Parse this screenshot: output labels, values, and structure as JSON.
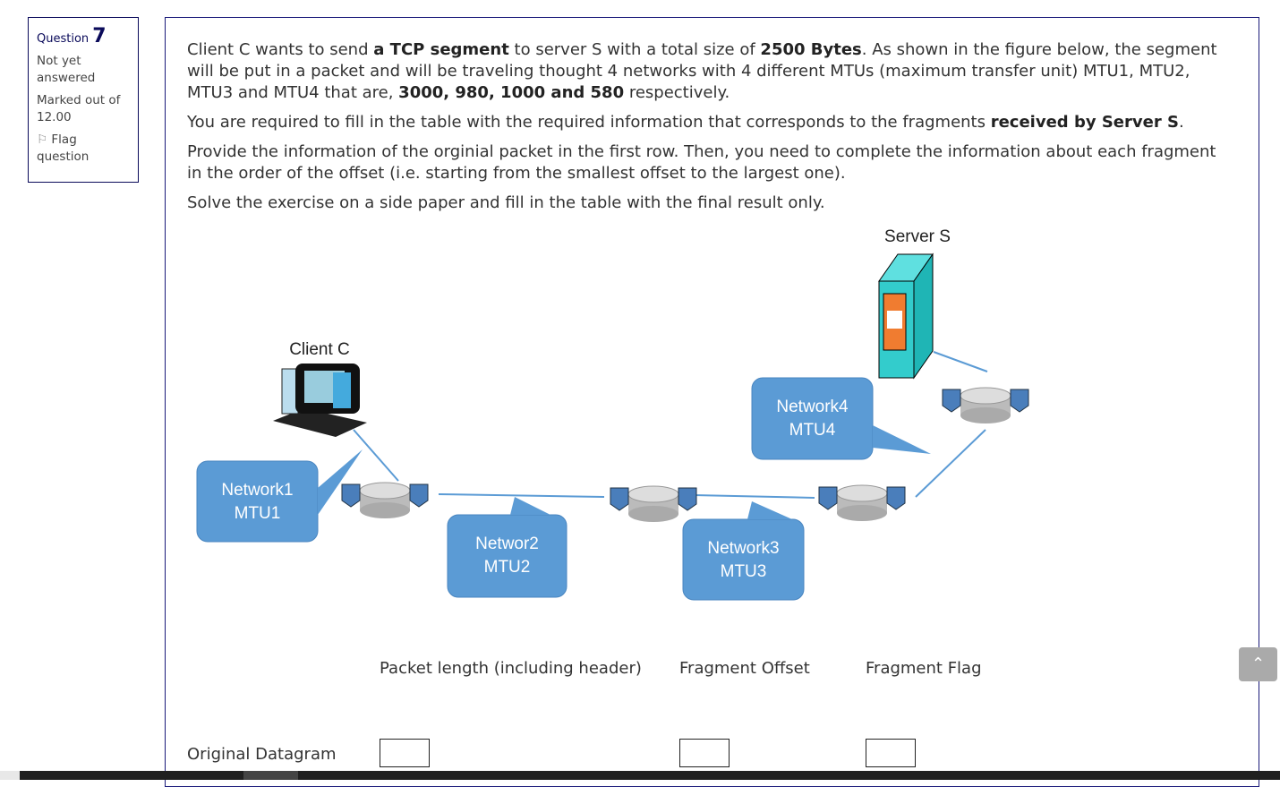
{
  "question": {
    "label": "Question",
    "number": "7",
    "status": "Not yet answered",
    "marks": "Marked out of 12.00",
    "flag": "Flag question"
  },
  "text": {
    "p1": [
      {
        "t": "Client C wants to send "
      },
      {
        "t": "a TCP segment",
        "b": true
      },
      {
        "t": " to server S with a total size  of "
      },
      {
        "t": "2500 Bytes",
        "b": true
      },
      {
        "t": ". As shown in the figure below, the segment will be put in a packet and will be traveling thought 4 networks with 4 different MTUs (maximum transfer unit) MTU1, MTU2, MTU3 and MTU4 that are, "
      },
      {
        "t": "3000, 980, 1000 and 580",
        "b": true
      },
      {
        "t": " respectively."
      }
    ],
    "p2": [
      {
        "t": "You are required to fill in the table with the required information that corresponds to the fragments "
      },
      {
        "t": "received by Server S",
        "b": true
      },
      {
        "t": "."
      }
    ],
    "p3": [
      {
        "t": "Provide the information of the orginial packet in the first row. Then, you need to complete the information about each fragment in the order of the offset (i.e. starting from the smallest offset to the largest one)."
      }
    ],
    "p4": [
      {
        "t": "Solve the exercise on a side paper and fill in the table with the final result only."
      }
    ]
  },
  "diagram": {
    "server": "Server S",
    "client": "Client C",
    "networks": [
      {
        "name": "Network1",
        "mtu": "MTU1"
      },
      {
        "name": "Networ2",
        "mtu": "MTU2"
      },
      {
        "name": "Network3",
        "mtu": "MTU3"
      },
      {
        "name": "Network4",
        "mtu": "MTU4"
      }
    ],
    "bubble_color": "#5b9bd5",
    "server_color": "#33cccc"
  },
  "table": {
    "headers": [
      "Packet length (including header)",
      "Fragment Offset",
      "Fragment Flag"
    ],
    "rows": [
      {
        "label": "Original Datagram",
        "values": [
          "",
          "",
          ""
        ]
      }
    ]
  },
  "scroll_top_icon": "chevron-up-icon"
}
